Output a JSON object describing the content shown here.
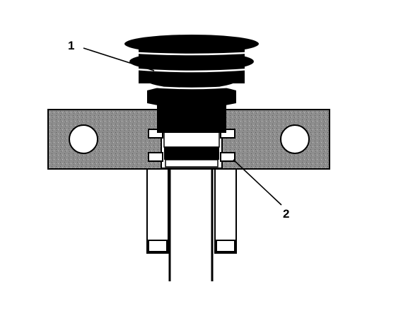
{
  "callouts": [
    {
      "id": "1",
      "text": "1",
      "target": "rubber boot"
    },
    {
      "id": "2",
      "text": "2",
      "target": "seal"
    }
  ],
  "colors": {
    "ink": "#000000",
    "plate": "#8a8a8a",
    "background": "#ffffff"
  }
}
